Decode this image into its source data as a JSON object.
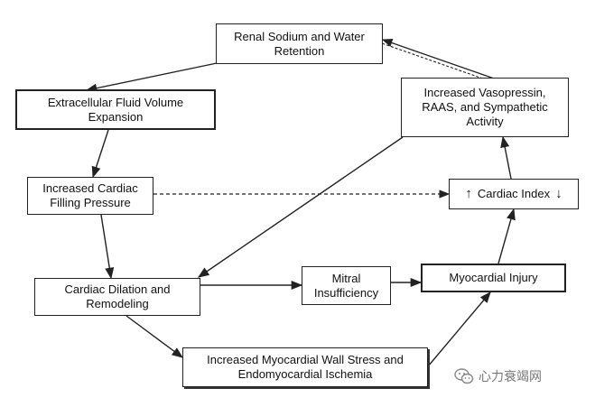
{
  "nodes": {
    "renal": "Renal Sodium and Water\nRetention",
    "ecf": "Extracellular Fluid Volume\nExpansion",
    "filling": "Increased Cardiac\nFilling Pressure",
    "dilation": "Cardiac Dilation and\nRemodeling",
    "stress": "Increased Myocardial Wall Stress and\nEndomyocardial Ischemia",
    "mitral": "Mitral\nInsufficiency",
    "injury": "Myocardial Injury",
    "vaso": "Increased Vasopressin,\nRAAS, and Sympathetic\nActivity",
    "ci_up": "↑",
    "ci_label": "Cardiac Index",
    "ci_down": "↓"
  },
  "watermark": {
    "text": "心力衰竭网",
    "icon": "wechat-icon"
  },
  "colors": {
    "line": "#222222",
    "watermark": "#777777"
  }
}
